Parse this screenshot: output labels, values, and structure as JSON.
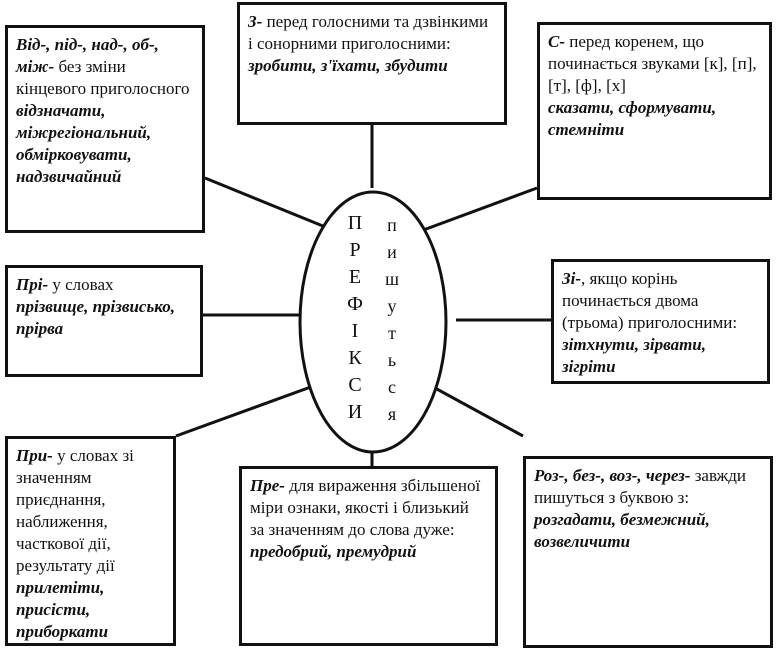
{
  "center": {
    "left_letters": [
      "П",
      "Р",
      "Е",
      "Ф",
      "І",
      "К",
      "С",
      "И"
    ],
    "right_letters": [
      "п",
      "и",
      "ш",
      "у",
      "т",
      "ь",
      "с",
      "я"
    ]
  },
  "boxes": {
    "top_left": {
      "head": "Від-, під-, над-, об-, між-",
      "text": " без зміни кінцевого приголосного",
      "examples": "відзначати, міжрегіональний, обмірковувати, надзвичайний"
    },
    "top_center": {
      "head": "З-",
      "text": " перед голосними та дзвінкими і сонорними приголосними:",
      "examples": "зробити, з'їхати, збудити"
    },
    "top_right": {
      "head": "С-",
      "text": " перед коренем, що починається звуками [к], [п], [т], [ф], [х]",
      "examples": "сказати, сформувати, стемніти"
    },
    "mid_left": {
      "head": "Прі-",
      "text": " у словах",
      "examples": "прізвище, прізвисько, прірва"
    },
    "mid_right": {
      "head": "Зі-",
      "text": ", якщо корінь починається двома (трьома) приголосними:",
      "examples": "зітхнути, зірвати, зігріти"
    },
    "bottom_left": {
      "head": "При-",
      "text": " у словах зі значенням приєднання, наближення, часткової дії, результату дії",
      "examples": "прилетіти, присісти, приборкати"
    },
    "bottom_center": {
      "head": "Пре-",
      "text": " для вираження збільшеної міри ознаки, якості і близький за значенням до слова дуже:",
      "examples": "предобрий, премудрий"
    },
    "bottom_right": {
      "head": "Роз-, без-, воз-, через-",
      "text": " завжди пишуться з буквою з:",
      "examples": "розгадати, безмежний, возвеличити"
    }
  }
}
